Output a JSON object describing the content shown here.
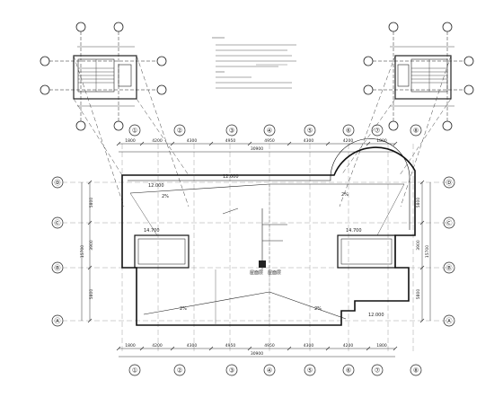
{
  "grid": {
    "top_numbers": [
      "①",
      "②",
      "③",
      "④",
      "⑤",
      "⑥",
      "⑦",
      "⑧"
    ],
    "side_letters": [
      "Ⓓ",
      "Ⓒ",
      "Ⓑ",
      "Ⓐ"
    ]
  },
  "dimensions": {
    "top_segments": [
      "1800",
      "4200",
      "4300",
      "4950",
      "4950",
      "4300",
      "4200",
      "1800"
    ],
    "top_total": "30900",
    "bottom_segments": [
      "1800",
      "4200",
      "4300",
      "4950",
      "4950",
      "4300",
      "4200",
      "1800"
    ],
    "bottom_total": "30900",
    "left_segments": [
      "5800",
      "3900",
      "5800"
    ],
    "left_total": "15700",
    "right_segments": [
      "5800",
      "3900",
      "5800"
    ],
    "right_total": "15700"
  },
  "roof_labels": {
    "elev_main": "12.000",
    "elev_stair_left": "14.700",
    "elev_stair_right": "14.700",
    "elev_low": "12.000",
    "elev_bottom_right": "12.000",
    "center_tag_left": "屋面层",
    "center_tag_right": "屋面层",
    "slope_labels": [
      "2%",
      "2%",
      "2%",
      "2%"
    ]
  },
  "notes_colors": {
    "line": "#1a1a1a",
    "dim": "#555555",
    "faint": "#888888"
  }
}
